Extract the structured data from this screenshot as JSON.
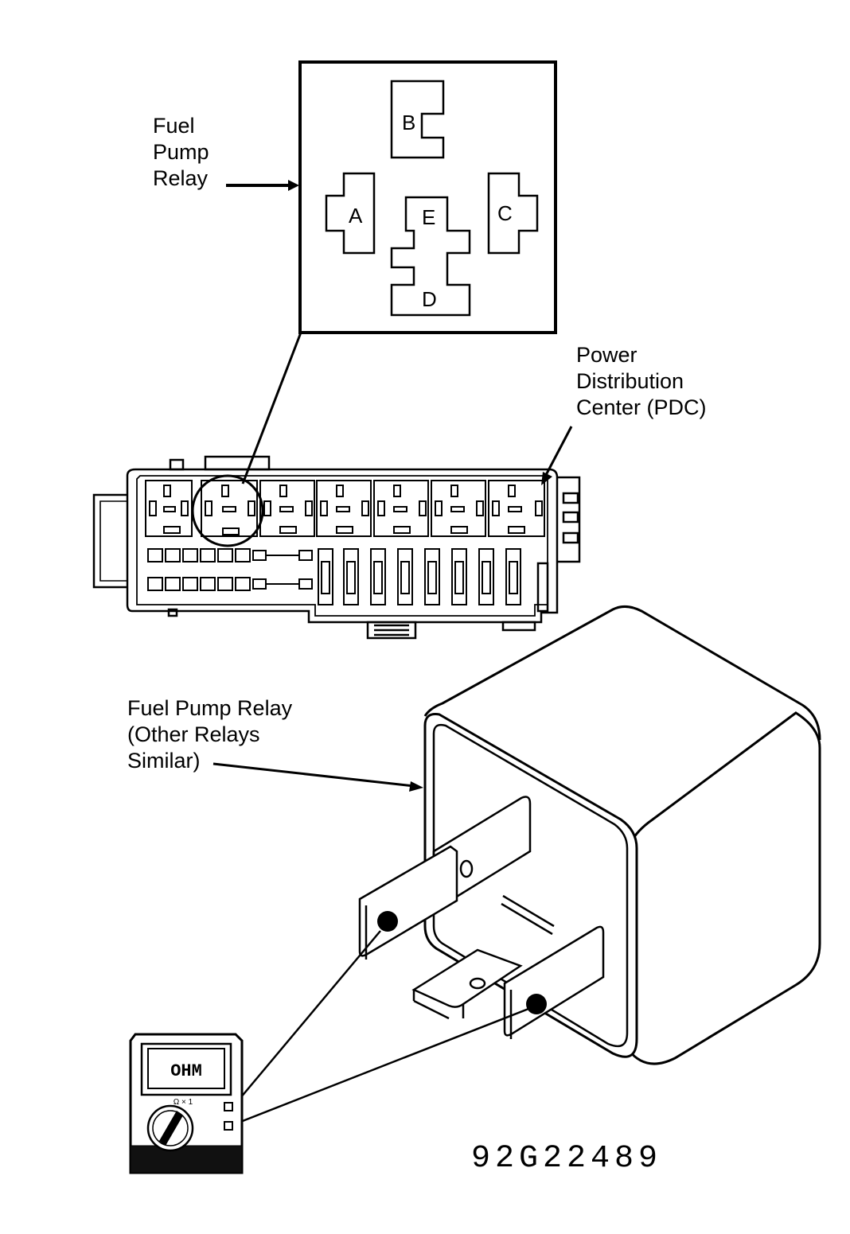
{
  "labels": {
    "fuel_pump_relay_top": [
      "Fuel",
      "Pump",
      "Relay"
    ],
    "pdc": [
      "Power",
      "Distribution",
      "Center (PDC)"
    ],
    "fuel_pump_relay_bottom": [
      "Fuel Pump Relay",
      "(Other Relays",
      "Similar)"
    ],
    "figure_code": "92G22489"
  },
  "relay_terminals": {
    "a": "A",
    "b": "B",
    "c": "C",
    "d": "D",
    "e": "E"
  },
  "ohmmeter": {
    "display": "OHM",
    "range_label": "Ω × 1"
  },
  "colors": {
    "ink": "#000000",
    "paper": "#ffffff"
  }
}
